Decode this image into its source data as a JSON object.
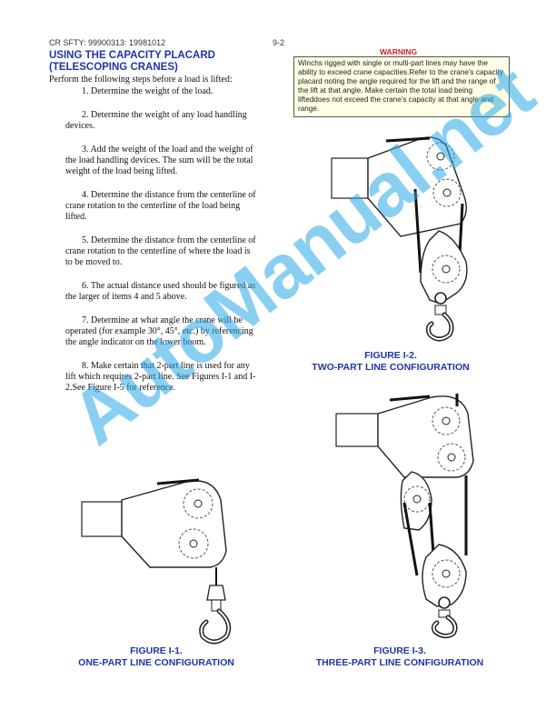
{
  "header": {
    "doc_ref": "CR SFTY: 99900313:  19981012",
    "page_number": "9-2"
  },
  "section": {
    "title": "USING THE CAPACITY PLACARD (TELESCOPING CRANES)",
    "intro": "Perform the following steps before a load is lifted:",
    "steps": [
      "1.   Determine the weight of the load.",
      "2.   Determine the weight of any load handling devices.",
      "3.   Add the weight  of the load and the weight of the load handling devices.  The sum will be the total weight of the load being lifted.",
      "4.   Determine the distance from the centerline of crane rotation to the centerline of the load being lifted.",
      "5.   Determine the distance from the centerline of crane rotation to the centerline of where the load is to be moved to.",
      "6.   The actual distance used should be figured as the larger of items 4 and 5 above.",
      "7.   Determine at what angle the crane will be operated (for example 30°, 45°, etc.) by referencing the angle indicator on the lower boom.",
      "8.   Make certain that 2-part line is used for  any lift which requires 2-part line.  See Figures I-1 and I-2.See Figure I-5 for reference."
    ]
  },
  "warning": {
    "heading": "WARNING",
    "text": "Winchs rigged with single or multi-part lines may have the ability to exceed crane capacities.Refer to the crane's capacity placard noting the angle required for the lift and the range of the lift at that angle. Make certain the total load being lifteddoes not exceed the crane's capacity at that angle and range."
  },
  "figures": {
    "fig1": {
      "line1": "FIGURE I-1.",
      "line2": "ONE-PART LINE CONFIGURATION"
    },
    "fig2": {
      "line1": "FIGURE I-2.",
      "line2": "TWO-PART LINE CONFIGURATION"
    },
    "fig3": {
      "line1": "FIGURE I-3.",
      "line2": "THREE-PART LINE CONFIGURATION"
    }
  },
  "watermark": "AutoManual.net",
  "colors": {
    "caption_blue": "#1f35a6",
    "warning_red": "#cc1f1f",
    "warning_bg": "#fffde3",
    "watermark": "#2aa8e8"
  }
}
